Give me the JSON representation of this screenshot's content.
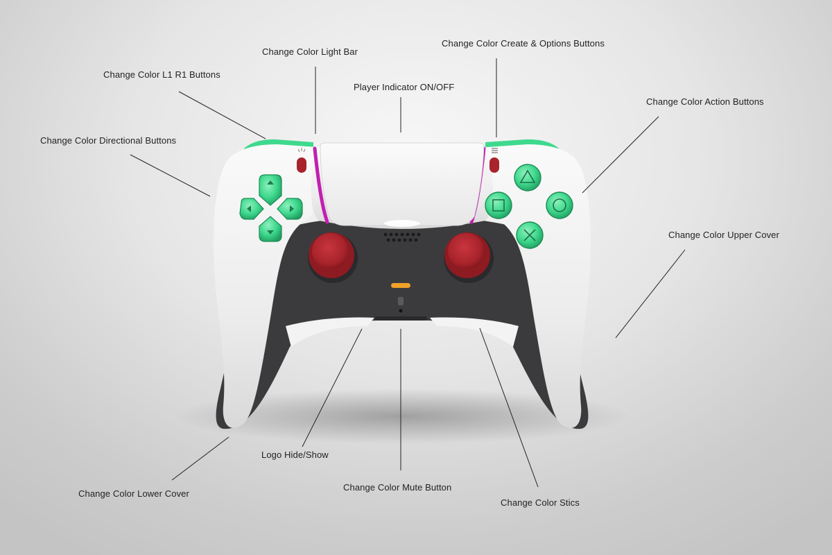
{
  "colors": {
    "body_white": "#f1f1f1",
    "body_dark": "#3b3b3d",
    "accent_green": "#3fd98e",
    "stick_red": "#b0272f",
    "light_bar": "#c21fb0",
    "mute_orange": "#f0a12a"
  },
  "icons": {
    "action_buttons": [
      "triangle-icon",
      "circle-icon",
      "cross-icon",
      "square-icon"
    ],
    "dpad": [
      "arrow-up-icon",
      "arrow-right-icon",
      "arrow-down-icon",
      "arrow-left-icon"
    ]
  },
  "callouts": {
    "light_bar": "Change Color Light Bar",
    "create_options": "Change Color Create & Options Buttons",
    "l1_r1": "Change Color L1 R1 Buttons",
    "player_indicator": "Player Indicator ON/OFF",
    "action_buttons": "Change Color Action Buttons",
    "directional_buttons": "Change Color Directional Buttons",
    "upper_cover": "Change Color Upper Cover",
    "logo": "Logo Hide/Show",
    "lower_cover": "Change Color Lower Cover",
    "mute_button": "Change Color Mute Button",
    "sticks": "Change Color Stics"
  }
}
